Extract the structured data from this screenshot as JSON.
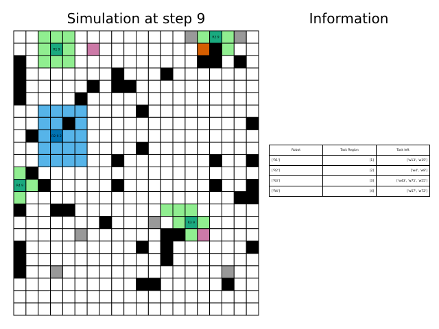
{
  "sim_title": "Simulation at step 9",
  "info_title": "Information",
  "colors": {
    "empty": "#ffffff",
    "obstacle": "#000000",
    "grey": "#999999",
    "light_green": "#90ee90",
    "teal": "#1aaa7f",
    "blue": "#56b4e9",
    "dark_blue": "#0072b2",
    "orange": "#d55e00",
    "pink": "#cc79a7",
    "line": "#000000"
  },
  "grid": {
    "cols": 20,
    "rows": 23,
    "rows_data": [
      "..GGG.........QGTGQ.",
      "..GTG.P........OKG..",
      "K.GGG..........KK.K.",
      "K.......K...K.......",
      "K.....K.KK..........",
      "K....K..............",
      "..BBBB....K.........",
      "..BBKB.............K",
      ".KBDBB..............",
      "..BBBB....K.........",
      "..BBBB..K.......K..K",
      "GK..................",
      "TGK.....K.......K..K",
      "G.................KK",
      "K..KK.......GGG.....",
      ".......K...Q.GTG....",
      ".....Q......KKGP....",
      "K.........K.K......K",
      "K...........K.......",
      "K..Q.............Q..",
      "..........KK.....K.."
    ],
    "legend": {
      ".": "empty",
      "K": "obstacle",
      "Q": "grey",
      "G": "light_green",
      "T": "teal",
      "B": "blue",
      "D": "dark_blue",
      "O": "orange",
      "P": "pink"
    }
  },
  "robot_labels": [
    {
      "text": "R1 9",
      "col": 3,
      "row": 1
    },
    {
      "text": "R2 9",
      "col": 16,
      "row": 0
    },
    {
      "text": "R3 9",
      "col": 14,
      "row": 15
    },
    {
      "text": "R4 9",
      "col": 0,
      "row": 12
    },
    {
      "text": "R2 9 2",
      "col": 3,
      "row": 8
    }
  ],
  "table": {
    "headers": [
      "Robot",
      "Task Region",
      "Task left"
    ],
    "rows": [
      [
        "['R1']",
        "[1]",
        "['w13', 'w15']"
      ],
      [
        "['R2']",
        "[2]",
        "['w4', 'w8']"
      ],
      [
        "['R3']",
        "[3]",
        "['w43', 'w75', 'w55']"
      ],
      [
        "['R4']",
        "[4]",
        "['w57', 'w72']"
      ]
    ]
  }
}
